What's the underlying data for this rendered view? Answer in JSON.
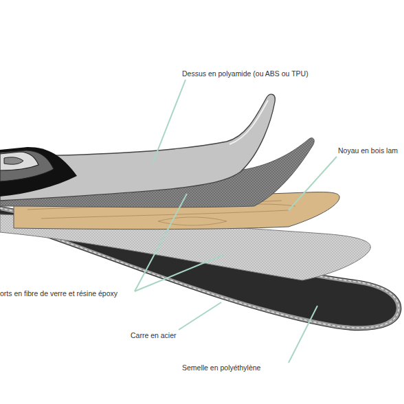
{
  "diagram": {
    "labels": [
      "Dessus en polyamide (ou ABS ou TPU)",
      "Noyau en bois lam",
      "orts en fibre de verre et résine époxy",
      "Carre en acier",
      "Semelle en polyéthylène"
    ]
  }
}
